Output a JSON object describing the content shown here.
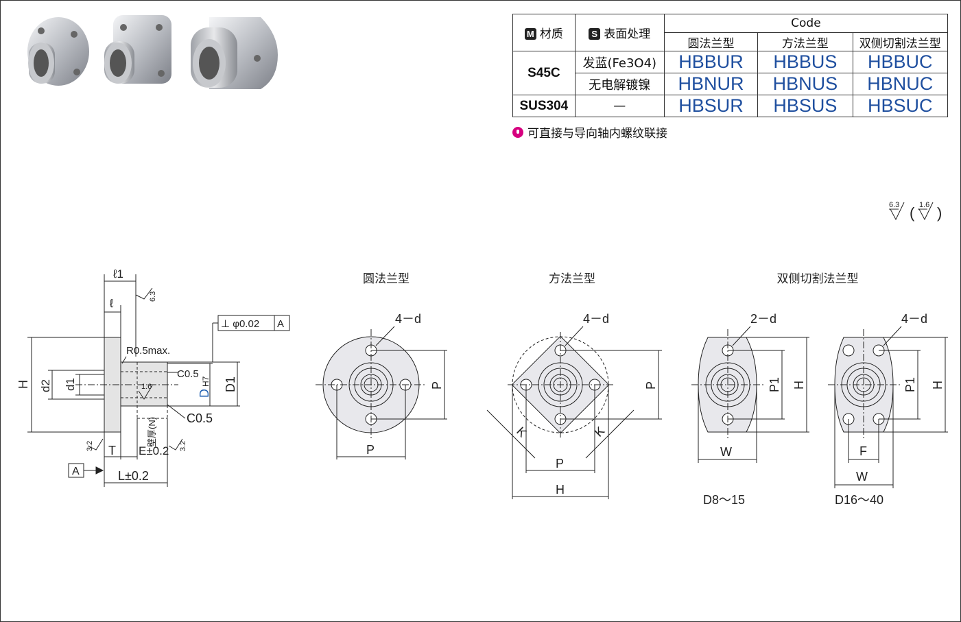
{
  "table": {
    "material_header": "材质",
    "surface_header": "表面处理",
    "material_badge": "M",
    "surface_badge": "S",
    "code_header": "Code",
    "type_headers": [
      "圆法兰型",
      "方法兰型",
      "双侧切割法兰型"
    ],
    "rows": [
      {
        "material": "S45C",
        "surface": "发蓝(Fe3O4)",
        "codes": [
          "HBBUR",
          "HBBUS",
          "HBBUC"
        ]
      },
      {
        "material": "",
        "surface": "无电解镀镍",
        "codes": [
          "HBNUR",
          "HBNUS",
          "HBNUC"
        ]
      },
      {
        "material": "SUS304",
        "surface": "—",
        "codes": [
          "HBSUR",
          "HBSUS",
          "HBSUC"
        ]
      }
    ]
  },
  "note": "可直接与导向轴内螺纹联接",
  "roughness": {
    "main": "6.3",
    "alt": "1.6"
  },
  "views": {
    "round_title": "圆法兰型",
    "square_title": "方法兰型",
    "cut_title": "双侧切割法兰型",
    "size_small": "D8～15",
    "size_large": "D16～40"
  },
  "dims": {
    "l1": "ℓ1",
    "l": "ℓ",
    "H": "H",
    "d2": "d2",
    "d1": "d1",
    "T": "T",
    "E": "E±0.2",
    "L": "L±0.2",
    "A": "A",
    "R": "R0.5max.",
    "C05a": "C0.5",
    "C05b": "C0.5",
    "D": "D",
    "H7": "H7",
    "D1": "D1",
    "tol": "⊥ φ0.02",
    "tol_ref": "A",
    "wall": "壁厚(N)",
    "r63": "6.3",
    "r32a": "3.2",
    "r32b": "3.2",
    "r16": "1.6",
    "hole4": "4－d",
    "hole2": "2－d",
    "P": "P",
    "P1": "P1",
    "W": "W",
    "F": "F",
    "K": "K"
  }
}
